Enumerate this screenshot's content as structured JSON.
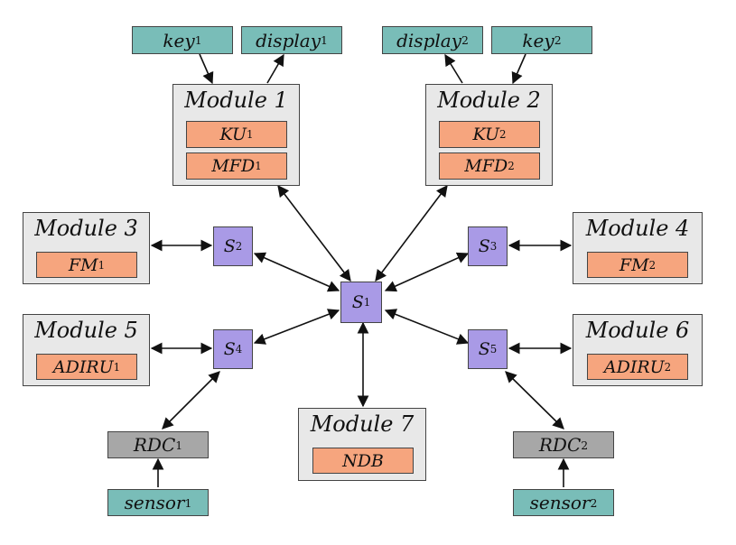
{
  "modules": {
    "m1": {
      "title": "Module 1",
      "comps": [
        {
          "base": "KU",
          "sub": "1"
        },
        {
          "base": "MFD",
          "sub": "1"
        }
      ]
    },
    "m2": {
      "title": "Module 2",
      "comps": [
        {
          "base": "KU",
          "sub": "2"
        },
        {
          "base": "MFD",
          "sub": "2"
        }
      ]
    },
    "m3": {
      "title": "Module 3",
      "comps": [
        {
          "base": "FM",
          "sub": "1"
        }
      ]
    },
    "m4": {
      "title": "Module 4",
      "comps": [
        {
          "base": "FM",
          "sub": "2"
        }
      ]
    },
    "m5": {
      "title": "Module 5",
      "comps": [
        {
          "base": "ADIRU",
          "sub": "1"
        }
      ]
    },
    "m6": {
      "title": "Module 6",
      "comps": [
        {
          "base": "ADIRU",
          "sub": "2"
        }
      ]
    },
    "m7": {
      "title": "Module 7",
      "comps": [
        {
          "base": "NDB",
          "sub": ""
        }
      ]
    }
  },
  "switches": {
    "s1": {
      "base": "S",
      "sub": "1"
    },
    "s2": {
      "base": "S",
      "sub": "2"
    },
    "s3": {
      "base": "S",
      "sub": "3"
    },
    "s4": {
      "base": "S",
      "sub": "4"
    },
    "s5": {
      "base": "S",
      "sub": "5"
    }
  },
  "io": {
    "key1": {
      "base": "key",
      "sub": "1"
    },
    "display1": {
      "base": "display",
      "sub": "1"
    },
    "display2": {
      "base": "display",
      "sub": "2"
    },
    "key2": {
      "base": "key",
      "sub": "2"
    },
    "rdc1": {
      "base": "RDC",
      "sub": "1"
    },
    "rdc2": {
      "base": "RDC",
      "sub": "2"
    },
    "sensor1": {
      "base": "sensor",
      "sub": "1"
    },
    "sensor2": {
      "base": "sensor",
      "sub": "2"
    }
  },
  "colors": {
    "io": "#79bdb8",
    "rdc": "#a7a7a7",
    "switch": "#a99ae6",
    "module": "#e8e8e8",
    "component": "#f6a57e"
  }
}
